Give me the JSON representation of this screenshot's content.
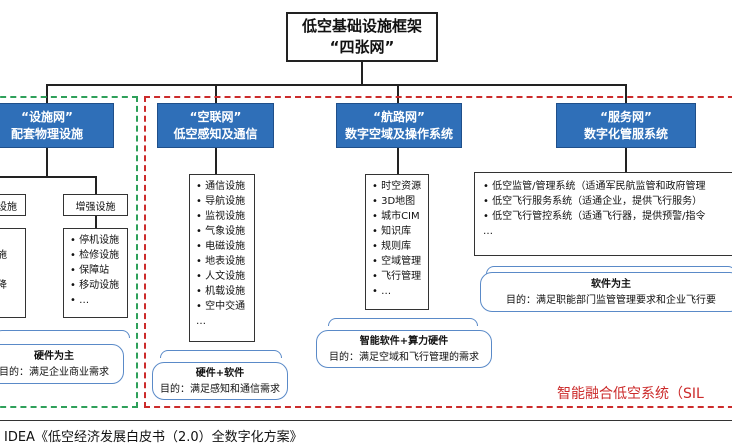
{
  "root": {
    "line1": "低空基础设施框架",
    "line2": "“四张网”"
  },
  "pillars": [
    {
      "line1": "“设施网”",
      "line2": "配套物理设施"
    },
    {
      "line1": "“空联网”",
      "line2": "低空感知及通信"
    },
    {
      "line1": "“航路网”",
      "line2": "数字空域及操作系统"
    },
    {
      "line1": "“服务网”",
      "line2": "数字化管服系统"
    }
  ],
  "facility": {
    "left_box_label": "设施",
    "right_box_label": "增强设施",
    "left_items": [
      "站",
      "设施",
      "站",
      "备降"
    ],
    "right_items": [
      "停机设施",
      "检修设施",
      "保障站",
      "移动设施",
      "…"
    ],
    "note_title": "硬件为主",
    "note_text": "目的：满足企业商业需求"
  },
  "connect": {
    "items": [
      "通信设施",
      "导航设施",
      "监视设施",
      "气象设施",
      "电磁设施",
      "地表设施",
      "人文设施",
      "机载设施",
      "空中交通",
      "…"
    ],
    "note_title": "硬件+软件",
    "note_text": "目的：满足感知和通信需求"
  },
  "route": {
    "items": [
      "时空资源",
      "3D地图",
      "城市CIM",
      "知识库",
      "规则库",
      "空域管理",
      "飞行管理",
      "…"
    ],
    "note_title": "智能软件+算力硬件",
    "note_text": "目的：满足空域和飞行管理的需求"
  },
  "service": {
    "items": [
      "低空监管/管理系统（适通军民航监管和政府管理",
      "低空飞行服务系统（适通企业，提供飞行服务）",
      "低空飞行管控系统（适通飞行器，提供预警/指令",
      "…"
    ],
    "note_title": "软件为主",
    "note_text": "目的：满足职能部门监管管理要求和企业飞行要"
  },
  "red_label": "智能融合低空系统（SIL",
  "footer": "IDEA《低空经济发展白皮书（2.0）全数字化方案》",
  "colors": {
    "pillar": "#2f6fb8",
    "green_dash": "#2ea05a",
    "red_dash": "#cc2b2b",
    "note_border": "#5a8ac8"
  }
}
